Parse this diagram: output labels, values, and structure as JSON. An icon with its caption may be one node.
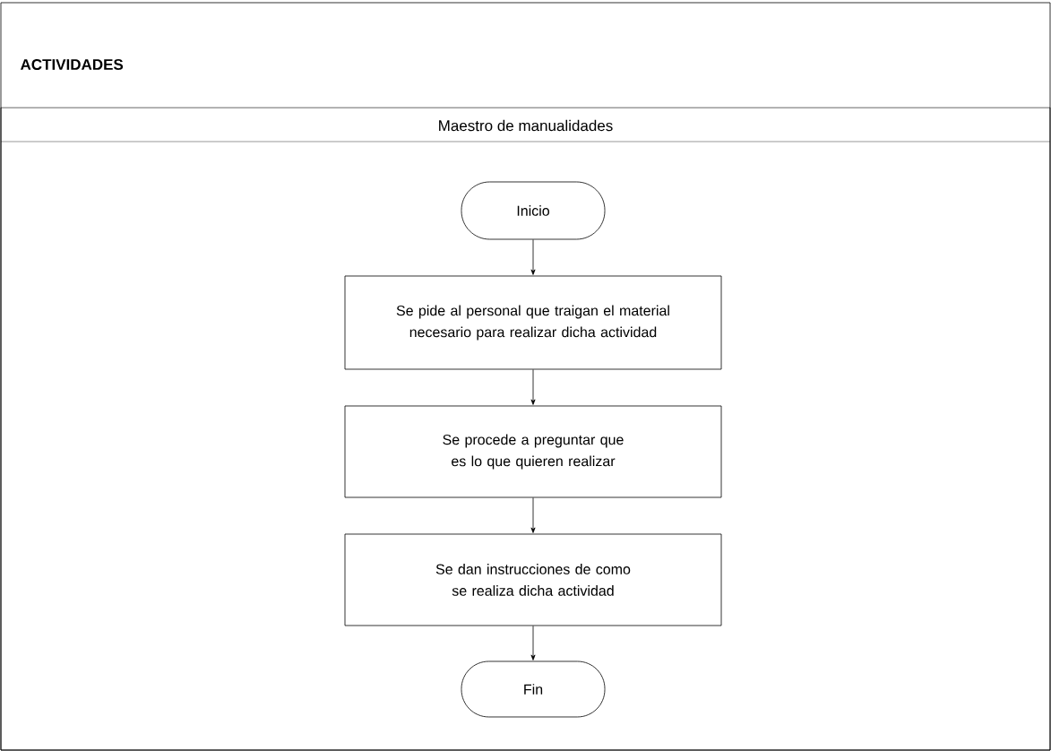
{
  "diagram": {
    "nodes": [
      {
        "text": [
          "ACTIVIDADES"
        ]
      },
      {
        "text": [
          "Maestro de manualidades"
        ],
        "in": 0
      },
      {
        "text": [
          "Inicio"
        ],
        "in": 1
      },
      {
        "text": [
          "Se pide al personal que traigan el material necesario para realizar dicha actividad"
        ],
        "in": 1
      },
      {
        "text": [
          "Se procede a preguntar que es lo que quieren realizar"
        ],
        "in": 1
      },
      {
        "text": [
          "Se dan instrucciones de como se realiza dicha actividad"
        ],
        "in": 1
      },
      {
        "text": [
          "Fin"
        ],
        "in": 1
      }
    ],
    "edges": [
      {
        "from": 2,
        "to": 3,
        "arrow": "to"
      },
      {
        "from": 3,
        "to": 4,
        "arrow": "to"
      },
      {
        "from": 4,
        "to": 5,
        "arrow": "to"
      },
      {
        "from": 5,
        "to": 6,
        "arrow": "to"
      }
    ]
  }
}
